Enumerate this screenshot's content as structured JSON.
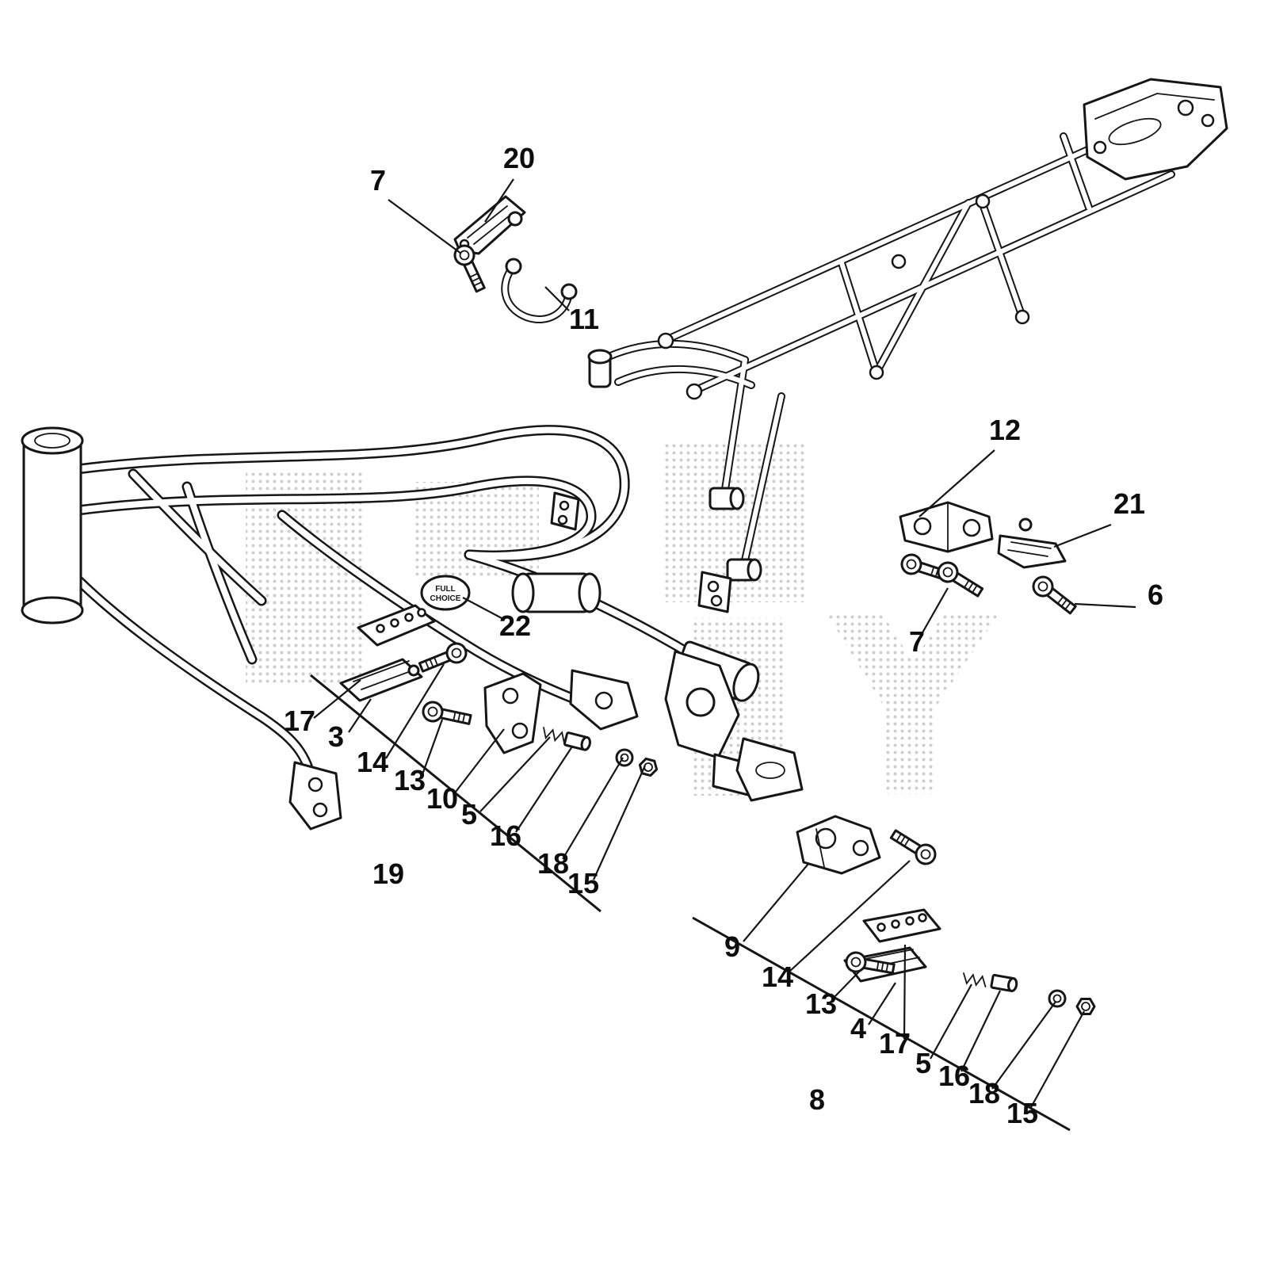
{
  "figure": {
    "label_tag": {
      "line1": "FULL",
      "line2": "CHOICE"
    },
    "colors": {
      "line": "#161616",
      "halftone": "#c9c9c9",
      "background": "#ffffff"
    },
    "callouts": [
      {
        "n": "20"
      },
      {
        "n": "7"
      },
      {
        "n": "11"
      },
      {
        "n": "12"
      },
      {
        "n": "21"
      },
      {
        "n": "6"
      },
      {
        "n": "7"
      },
      {
        "n": "22"
      },
      {
        "n": "17"
      },
      {
        "n": "3"
      },
      {
        "n": "14"
      },
      {
        "n": "13"
      },
      {
        "n": "10"
      },
      {
        "n": "5"
      },
      {
        "n": "16"
      },
      {
        "n": "18"
      },
      {
        "n": "15"
      },
      {
        "n": "19"
      },
      {
        "n": "9"
      },
      {
        "n": "14"
      },
      {
        "n": "13"
      },
      {
        "n": "4"
      },
      {
        "n": "17"
      },
      {
        "n": "5"
      },
      {
        "n": "16"
      },
      {
        "n": "18"
      },
      {
        "n": "15"
      },
      {
        "n": "8"
      }
    ]
  }
}
